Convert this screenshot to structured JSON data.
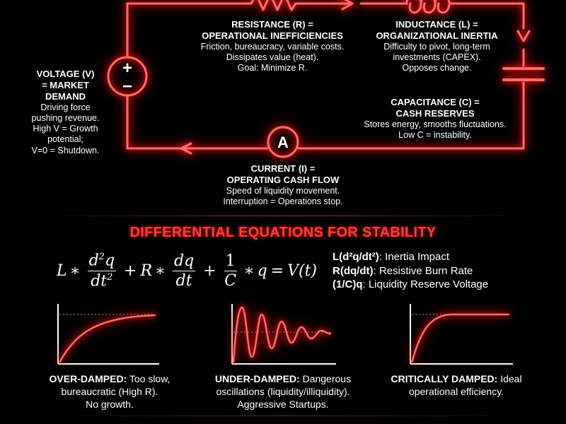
{
  "voltage": {
    "title": "VOLTAGE (V)\n= MARKET\nDEMAND",
    "desc": "Driving force\npushing revenue.\nHigh V = Growth\npotential;\nV=0 = Shutdown."
  },
  "resistance": {
    "title": "RESISTANCE (R) =\nOPERATIONAL INEFFICIENCIES",
    "desc": "Friction, bureaucracy, variable costs.\nDissipates value (heat).\nGoal: Minimize R."
  },
  "inductance": {
    "title": "INDUCTANCE (L) =\nORGANIZATIONAL INERTIA",
    "desc": "Difficulty to pivot, long-term\ninvestments (CAPEX).\nOpposes change."
  },
  "capacitance": {
    "title": "CAPACITANCE (C) =\nCASH RESERVES",
    "desc": "Stores energy, smooths fluctuations.\nLow C = instability."
  },
  "current": {
    "title": "CURRENT (I) =\nOPERATING CASH FLOW",
    "desc": "Speed of liquidity movement.\nInterruption = Operations stop."
  },
  "ammeter_symbol": "A",
  "battery_plus": "+",
  "battery_minus": "−",
  "section_title": "DIFFERENTIAL EQUATIONS FOR STABILITY",
  "equation": {
    "L": "L",
    "op1": "∗",
    "n1": "d",
    "n1sup": "2",
    "n1b": "q",
    "d1": "dt",
    "d1sup": "2",
    "plus1": "+",
    "R": "R",
    "op2": "∗",
    "n2": "dq",
    "d2": "dt",
    "plus2": "+",
    "n3": "1",
    "d3": "C",
    "op3": "∗",
    "q": "q",
    "eq": "=",
    "rhs": "V(t)"
  },
  "legend": [
    {
      "term": "L(d²q/dt²)",
      "text": ": Inertia Impact"
    },
    {
      "term": "R(dq/dt)",
      "text": ": Resistive Burn Rate"
    },
    {
      "term": "(1/C)q",
      "text": ": Liquidity Reserve Voltage"
    }
  ],
  "responses": [
    {
      "name": "OVER-DAMPED:",
      "text1": " Too slow,",
      "text2": "bureaucratic (High R).",
      "text3": "No growth."
    },
    {
      "name": "UNDER-DAMPED:",
      "text1": " Dangerous",
      "text2": "oscillations (liquidity/illiquidity).",
      "text3": "Aggressive Startups."
    },
    {
      "name": "CRITICALLY DAMPED:",
      "text1": " Ideal",
      "text2": "operational efficiency.",
      "text3": ""
    }
  ],
  "colors": {
    "accent": "#ff3b3b",
    "glow": "#ff6a6a"
  }
}
